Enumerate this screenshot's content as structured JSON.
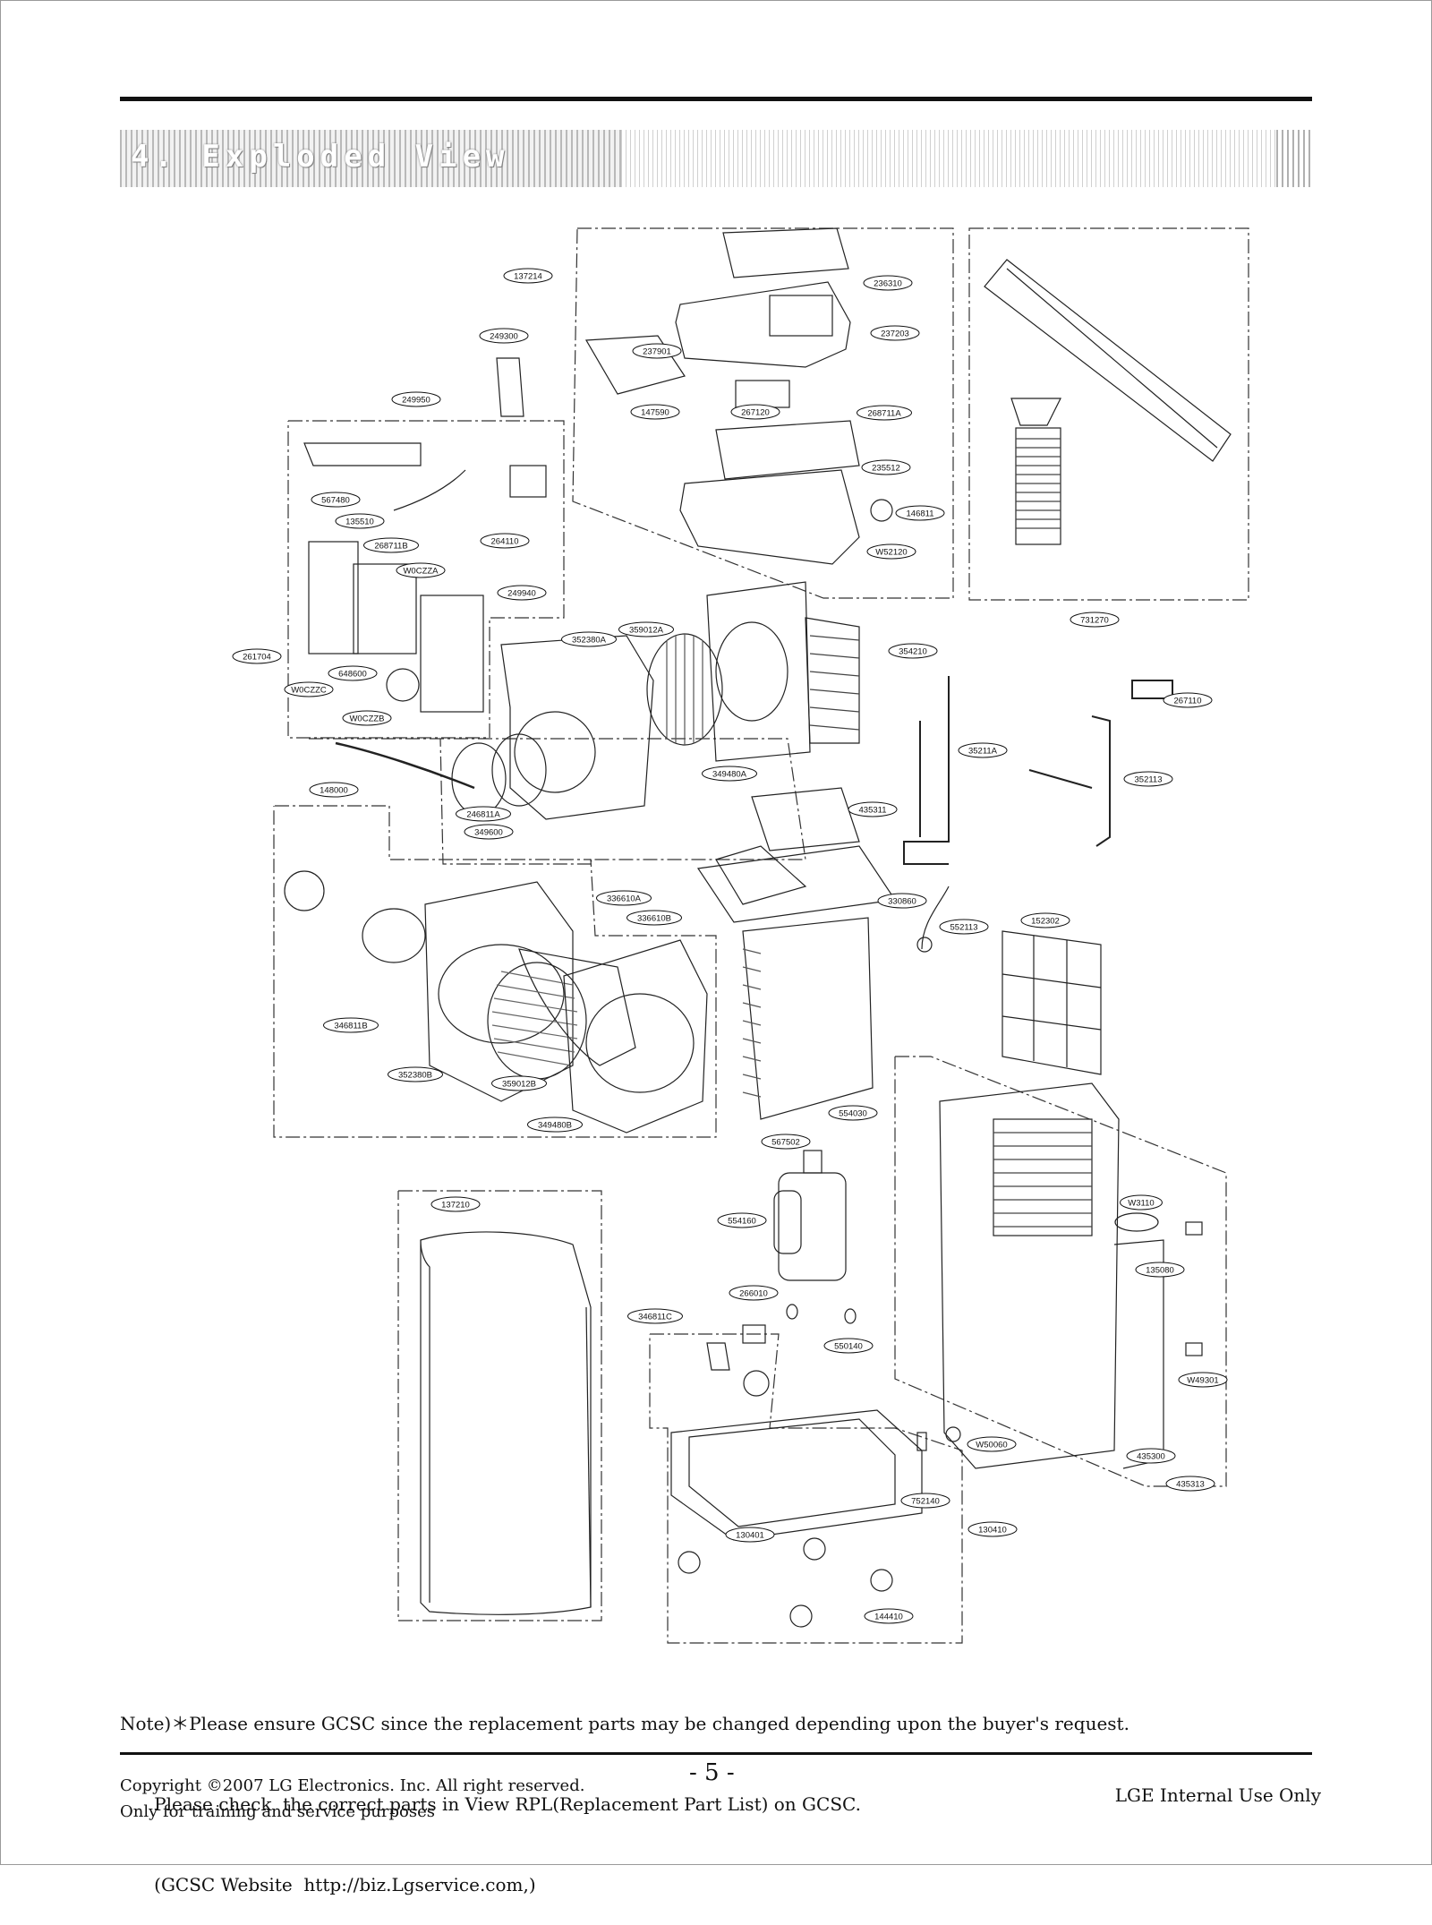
{
  "section_title": "4. Exploded View",
  "diagram": {
    "part_numbers": [
      "137214",
      "236310",
      "237203",
      "237901",
      "249300",
      "249950",
      "147590",
      "267120",
      "268711A",
      "235512",
      "146811",
      "W52120",
      "567480",
      "264110",
      "135510",
      "268711B",
      "W0CZZA",
      "249940",
      "352380A",
      "359012A",
      "354210",
      "261704",
      "648600",
      "W0CZZC",
      "W0CZZB",
      "731270",
      "267110",
      "35211A",
      "352113",
      "148000",
      "246811A",
      "349600",
      "349480A",
      "435311",
      "336610A",
      "336610B",
      "330860",
      "552113",
      "152302",
      "346811B",
      "352380B",
      "359012B",
      "349480B",
      "554030",
      "567502",
      "137210",
      "554160",
      "W3110",
      "266010",
      "346811C",
      "550140",
      "135080",
      "W49301",
      "W50060",
      "435300",
      "435313",
      "752140",
      "130401",
      "130410",
      "144410"
    ]
  },
  "note": {
    "line1": "Note)＊Please ensure GCSC since the replacement parts may be changed depending upon the buyer's request.",
    "line2": "      Please check  the correct parts in View RPL(Replacement Part List) on GCSC.",
    "line3": "      (GCSC Website  http://biz.Lgservice.com,)"
  },
  "footer": {
    "page_number": "- 5 -",
    "copyright_line1": "Copyright ©2007 LG Electronics. Inc. All right reserved.",
    "copyright_line2": "Only for training and service purposes",
    "internal": "LGE Internal Use Only"
  }
}
